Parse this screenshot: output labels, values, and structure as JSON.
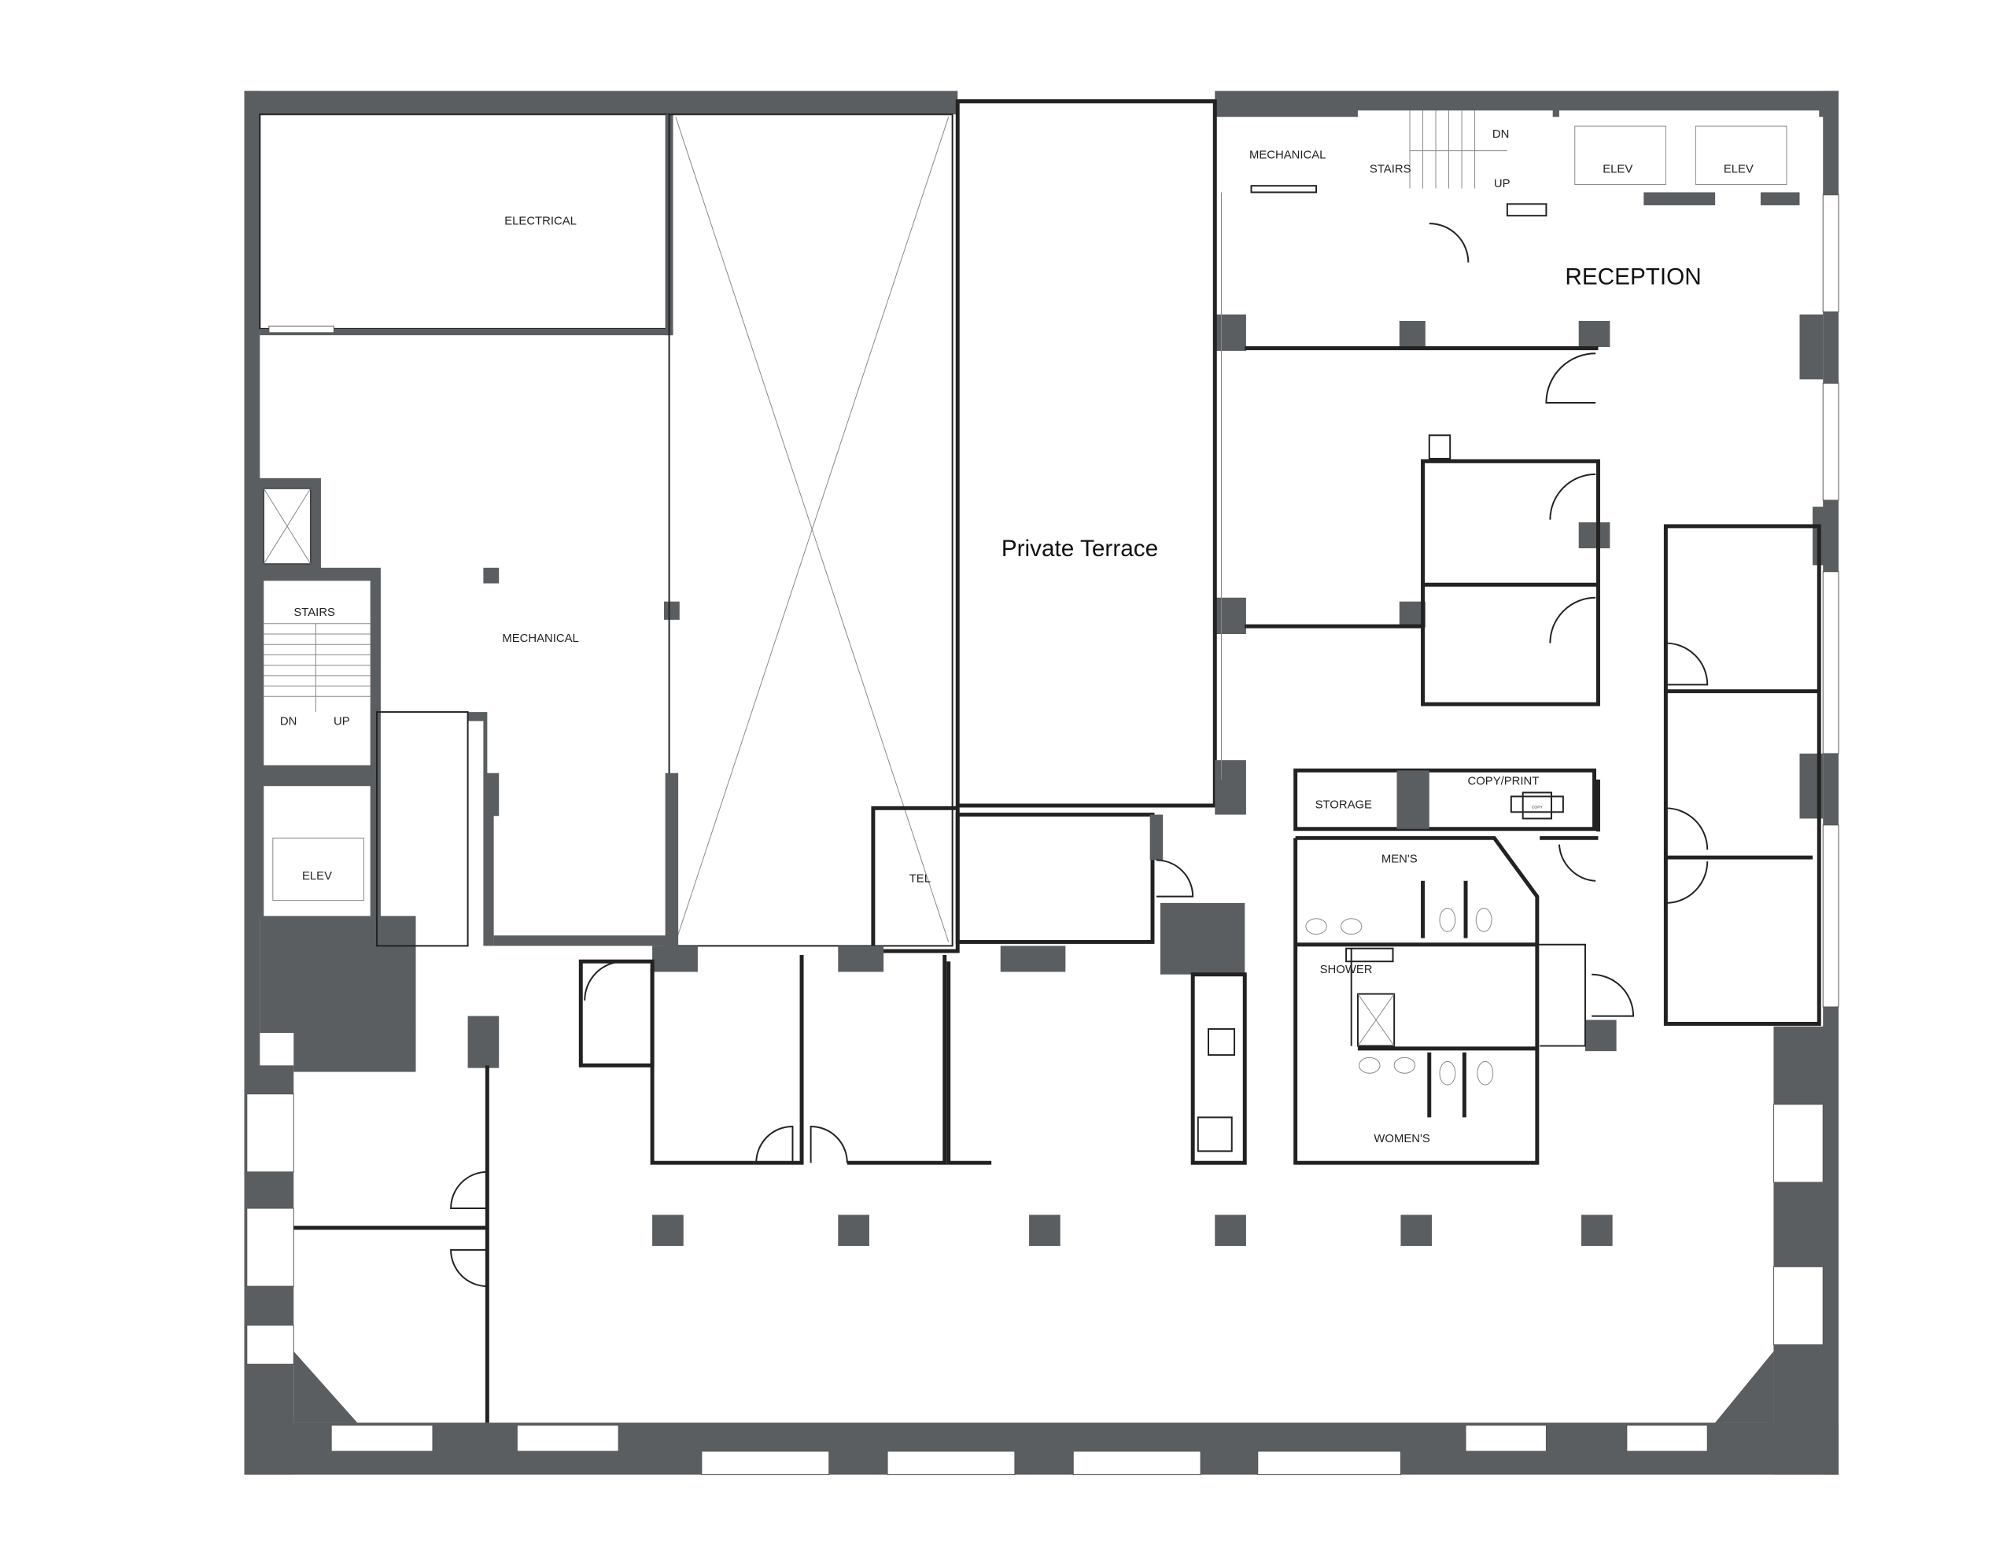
{
  "plan": {
    "rooms": {
      "electrical": "ELECTRICAL",
      "mechanical_west": "MECHANICAL",
      "stairs_west": "STAIRS",
      "stairs_west_dn": "DN",
      "stairs_west_up": "UP",
      "elev_west": "ELEV",
      "private_terrace": "Private Terrace",
      "mechanical_north": "MECHANICAL",
      "stairs_north": "STAIRS",
      "stairs_north_dn": "DN",
      "stairs_north_up": "UP",
      "elev_north_1": "ELEV",
      "elev_north_2": "ELEV",
      "reception": "RECEPTION",
      "tel": "TEL",
      "storage": "STORAGE",
      "copy_print": "COPY/PRINT",
      "copier": "COPY",
      "mens": "MEN'S",
      "shower": "SHOWER",
      "womens": "WOMEN'S"
    },
    "colors": {
      "wall": "#5a5e60",
      "line": "#222222",
      "background": "#ffffff"
    }
  }
}
